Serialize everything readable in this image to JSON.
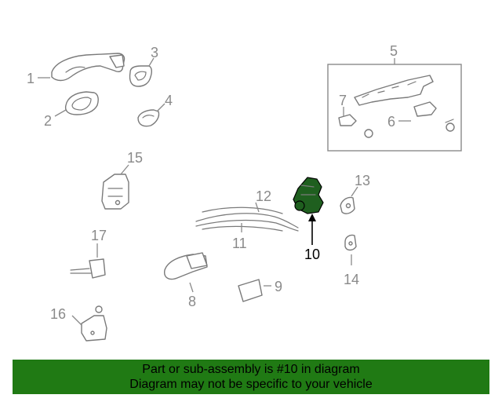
{
  "diagram": {
    "callouts": [
      "1",
      "2",
      "3",
      "4",
      "5",
      "6",
      "7",
      "8",
      "9",
      "10",
      "11",
      "12",
      "13",
      "14",
      "15",
      "16",
      "17"
    ],
    "highlighted_part": "10",
    "highlight_color": "#1f5f1f"
  },
  "banner": {
    "line1": "Part or sub-assembly is #10 in diagram",
    "line2": "Diagram may not be specific to your vehicle",
    "background": "#207a14"
  }
}
